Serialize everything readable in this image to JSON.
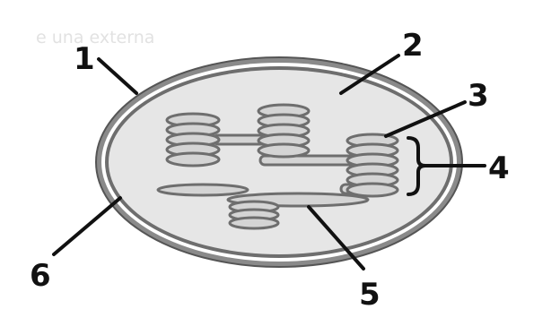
{
  "faded_heading": "e una externa",
  "labels": [
    {
      "id": "1",
      "text": "1"
    },
    {
      "id": "2",
      "text": "2"
    },
    {
      "id": "3",
      "text": "3"
    },
    {
      "id": "4",
      "text": "4"
    },
    {
      "id": "5",
      "text": "5"
    },
    {
      "id": "6",
      "text": "6"
    }
  ],
  "colors": {
    "membrane": "#7a7a7a",
    "stroma": "#e6e6e6",
    "thylakoid_fill": "#d4d4d4",
    "thylakoid_stroke": "#6e6e6e",
    "label": "#111111"
  }
}
